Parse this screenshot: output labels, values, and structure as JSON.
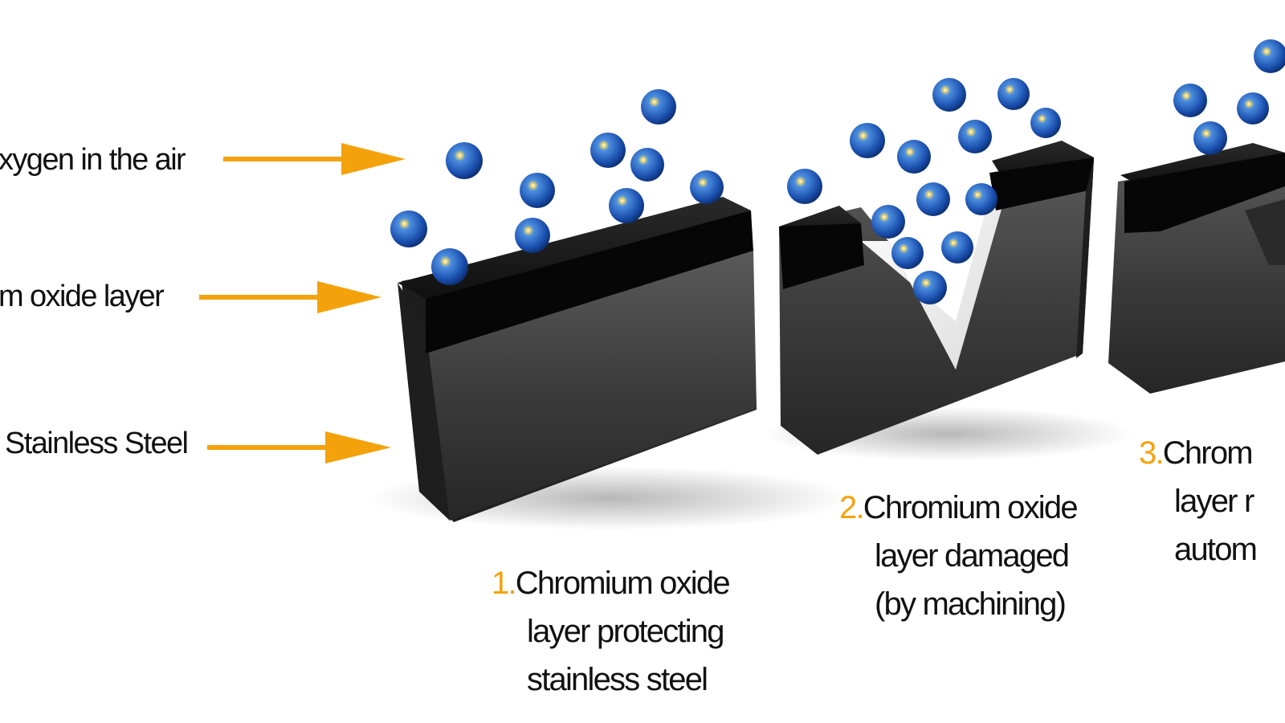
{
  "colors": {
    "arrow": "#f4a20c",
    "number": "#f4a20c",
    "text": "#111111",
    "oxide": "#060606",
    "steel_face": "#3d3d3d",
    "molecule": "#1f5fbf"
  },
  "labels": {
    "oxygen": "xygen in the air",
    "oxide_layer": "m oxide layer",
    "steel": "Stainless Steel"
  },
  "captions": [
    {
      "number": "1.",
      "lines": [
        "Chromium oxide",
        "layer protecting",
        "stainless steel"
      ]
    },
    {
      "number": "2.",
      "lines": [
        "Chromium oxide",
        "layer damaged",
        "(by machining)"
      ]
    },
    {
      "number": "3.",
      "lines": [
        "Chrom",
        "layer r",
        "autom"
      ]
    }
  ]
}
